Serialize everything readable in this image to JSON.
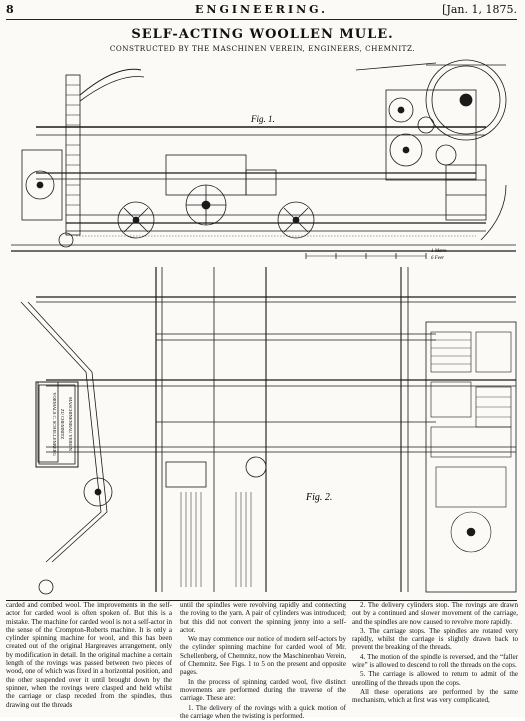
{
  "header": {
    "page_number": "8",
    "journal": "ENGINEERING.",
    "date": "[Jan. 1, 1875."
  },
  "title": "SELF-ACTING WOOLLEN MULE.",
  "subtitle": "CONSTRUCTED BY THE MASCHINEN VEREIN, ENGINEERS, CHEMNITZ.",
  "figures": {
    "fig1_label": "Fig. 1.",
    "fig2_label": "Fig. 2.",
    "scale_metres": "1 Metre",
    "scale_feet": "6 Feet",
    "plate_lines": [
      "MASCHINENBAU VEREIN",
      "ZU CHEMNITZ",
      "VORMALS C. SCHELLENBERG"
    ]
  },
  "columns": [
    [
      "carded and combed wool. The improvements in the self-actor for carded wool is often spoken of. But this is a mistake. The machine for carded wool is not a self-actor in the sense of the Crompton-Roberts machine. It is only a cylinder spinning machine for wool, and this has been created out of the original Hargreaves arrangement, only by modification in detail. In the original machine a certain length of the rovings was passed between two pieces of wood, one of which was fixed in a horizontal position, and the other suspended over it until brought down by the spinner, when the rovings were clasped and held whilst the carriage or clasp receded from the spindles, thus drawing out the threads"
    ],
    [
      "until the spindles were revolving rapidly and connecting the roving to the yarn. A pair of cylinders was introduced; but this did not convert the spinning jenny into a self-actor.",
      "We may commence our notice of modern self-actors by the cylinder spinning machine for carded wool of Mr. Schellenberg, of Chemnitz, now the Maschinenbau Verein, of Chemnitz. See Figs. 1 to 5 on the present and opposite pages.",
      "In the process of spinning carded wool, five distinct movements are performed during the traverse of the carriage. These are:",
      "1. The delivery of the rovings with a quick motion of the carriage when the twisting is performed."
    ],
    [
      "2. The delivery cylinders stop. The rovings are drawn out by a continued and slower movement of the carriage, and the spindles are now caused to revolve more rapidly.",
      "3. The carriage stops. The spindles are rotated very rapidly, whilst the carriage is slightly drawn back to prevent the breaking of the threads.",
      "4. The motion of the spindle is reversed, and the “faller wire” is allowed to descend to roll the threads on the cops.",
      "5. The carriage is allowed to return to admit of the unrolling of the threads upon the cops.",
      "All these operations are performed by the same mechanism, which at first was very complicated,"
    ]
  ]
}
